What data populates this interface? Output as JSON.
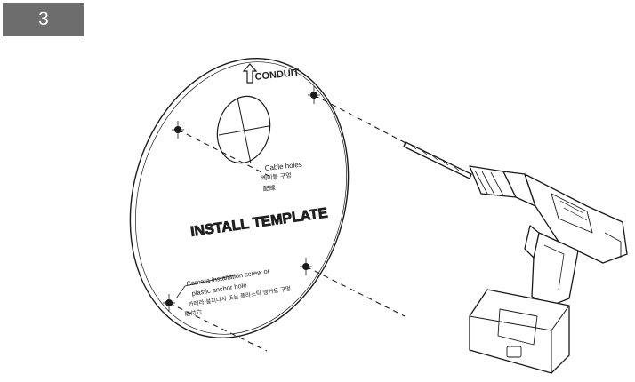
{
  "step": {
    "number": "3"
  },
  "template": {
    "conduit_label": "CONDUIT",
    "title": "INSTALL TEMPLATE",
    "cable_hole_label_en": "Cable holes",
    "cable_hole_label_ko": "케이블 구멍",
    "cable_hole_label_jp": "配線",
    "screw_hole_label_en_1": "Camera installation screw or",
    "screw_hole_label_en_2": "plastic anchor hole",
    "screw_hole_label_ko": "카메라 설치나사 또는 플라스틱 앵커용 구멍",
    "screw_hole_label_jp": "取付穴"
  },
  "colors": {
    "badge_bg": "#6d6d6d",
    "badge_text": "#ffffff",
    "line": "#1a1a1a"
  },
  "icons": [
    "arrow-up-icon",
    "drill-icon",
    "screw-hole-icon"
  ]
}
